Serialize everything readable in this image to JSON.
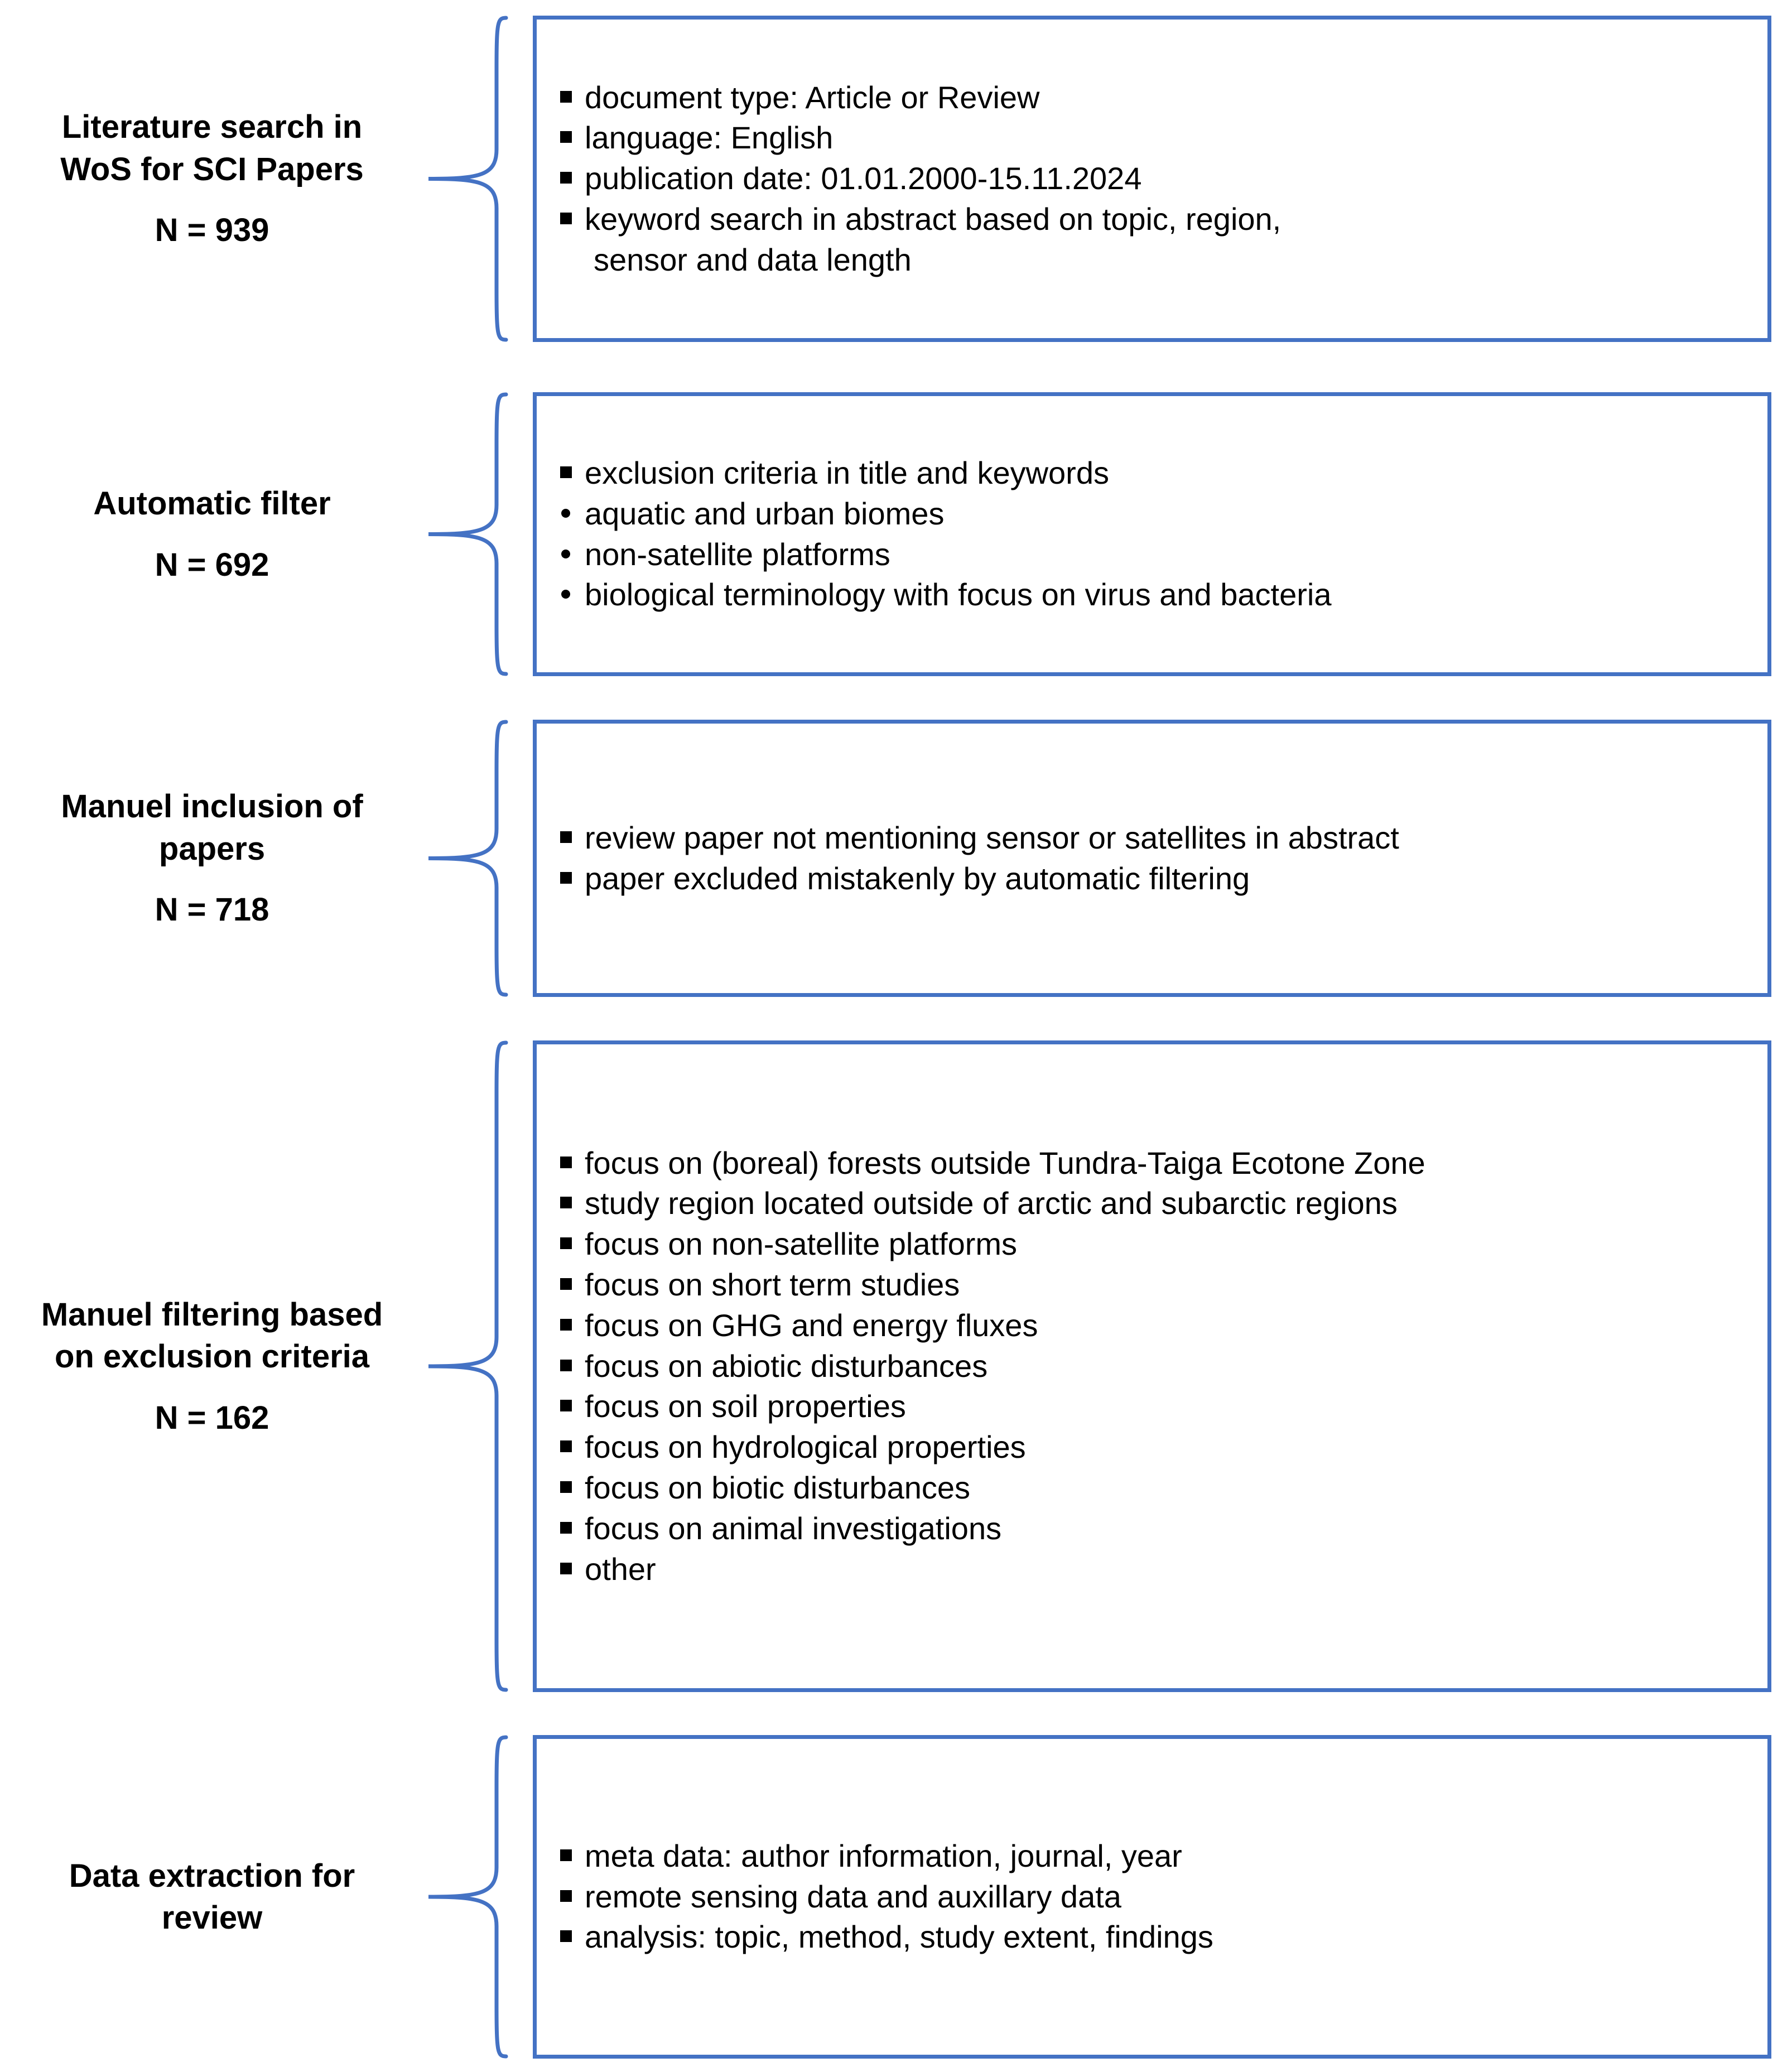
{
  "meta": {
    "diagram_title": "PRISMA-style literature review selection flowchart",
    "accent_color": "#4472C4",
    "text_color": "#000000",
    "background_color": "#FFFFFF"
  },
  "stages": [
    {
      "label": "Literature search in WoS for SCI Papers",
      "count": "N = 939",
      "items": [
        {
          "level": 1,
          "text": "document type: Article or Review"
        },
        {
          "level": 1,
          "text": "language: English"
        },
        {
          "level": 1,
          "text": "publication date: 01.01.2000-15.11.2024"
        },
        {
          "level": 1,
          "text": "keyword search in abstract based on topic, region,"
        },
        {
          "level": 1,
          "marker": false,
          "text": "sensor and data length"
        }
      ]
    },
    {
      "label": "Automatic filter",
      "count": "N = 692",
      "items": [
        {
          "level": 1,
          "text": "exclusion criteria in title and keywords"
        },
        {
          "level": 2,
          "text": "aquatic and urban biomes"
        },
        {
          "level": 2,
          "text": "non-satellite platforms"
        },
        {
          "level": 2,
          "text": "biological terminology with focus on virus and bacteria"
        }
      ]
    },
    {
      "label": "Manuel inclusion of papers",
      "count": "N = 718",
      "items": [
        {
          "level": 1,
          "text": "review paper not mentioning sensor or satellites in abstract"
        },
        {
          "level": 1,
          "text": "paper excluded mistakenly by automatic filtering"
        }
      ]
    },
    {
      "label": "Manuel filtering based on exclusion criteria",
      "count": "N = 162",
      "items": [
        {
          "level": 1,
          "text": "focus on (boreal) forests outside Tundra-Taiga Ecotone Zone"
        },
        {
          "level": 1,
          "text": "study region located outside of arctic and subarctic regions"
        },
        {
          "level": 1,
          "text": "focus on non-satellite platforms"
        },
        {
          "level": 1,
          "text": "focus on short term studies"
        },
        {
          "level": 1,
          "text": "focus on GHG and energy fluxes"
        },
        {
          "level": 1,
          "text": "focus on abiotic disturbances"
        },
        {
          "level": 1,
          "text": "focus on soil properties"
        },
        {
          "level": 1,
          "text": "focus on hydrological properties"
        },
        {
          "level": 1,
          "text": "focus on biotic disturbances"
        },
        {
          "level": 1,
          "text": "focus on animal investigations"
        },
        {
          "level": 1,
          "text": "other"
        }
      ]
    },
    {
      "label": "Data extraction for review",
      "count": "",
      "items": [
        {
          "level": 1,
          "text": "meta data: author information, journal, year"
        },
        {
          "level": 1,
          "text": "remote sensing data and auxillary data"
        },
        {
          "level": 1,
          "text": "analysis: topic, method, study extent, findings"
        }
      ]
    }
  ]
}
